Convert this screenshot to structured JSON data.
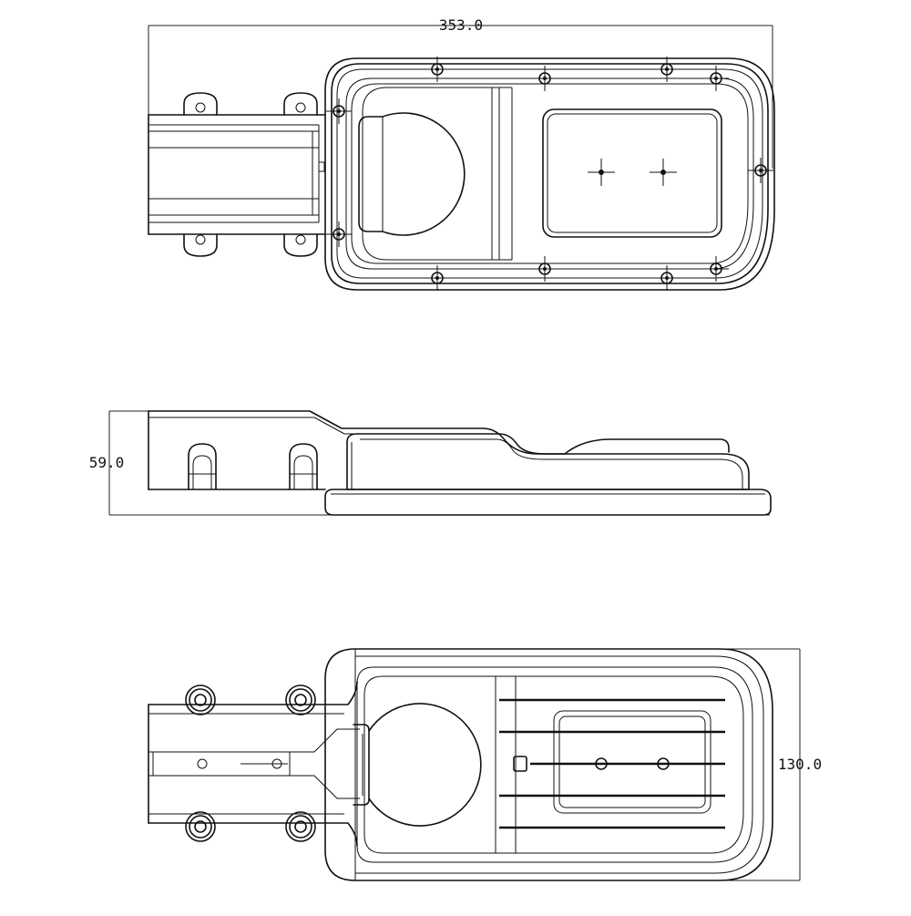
{
  "drawing": {
    "views": [
      "top-view",
      "side-view",
      "bottom-view"
    ],
    "dimensions": {
      "length": "353.0",
      "height": "59.0",
      "width": "130.0"
    },
    "line_color": "#111111",
    "background": "#ffffff"
  }
}
